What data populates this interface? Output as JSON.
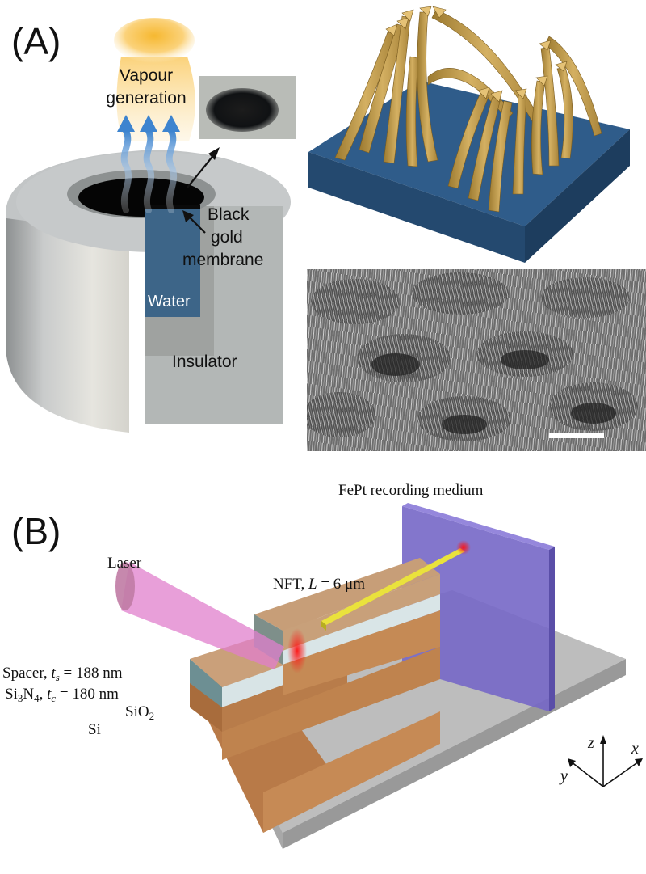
{
  "figure": {
    "panels": [
      {
        "id": "A",
        "label": "(A)",
        "schematic": {
          "labels": {
            "vapour": "Vapour",
            "generation": "generation",
            "black": "Black",
            "gold": "gold",
            "membrane": "membrane",
            "water": "Water",
            "insulator": "Insulator"
          },
          "inset_photo": "black gold membrane photo"
        },
        "render_3d": "gold nanowire bundles on substrate",
        "sem_image": "SEM image of black gold nanowire bundles",
        "scale_bar": true
      },
      {
        "id": "B",
        "label": "(B)",
        "labels": {
          "medium": "FePt recording medium",
          "laser": "Laser",
          "nft_prefix": "NFT, ",
          "nft_var": "L",
          "nft_value": " = 6 μm",
          "spacer_prefix": "Spacer, ",
          "spacer_var": "t",
          "spacer_sub": "s",
          "spacer_value": " = 188 nm",
          "sin_si": "Si",
          "sin_3": "3",
          "sin_n": "N",
          "sin_4": "4",
          "sin_sep": ", ",
          "sin_var": "t",
          "sin_sub": "c",
          "sin_value": " = 180 nm",
          "sio2_main": "SiO",
          "sio2_sub": "2",
          "si": "Si"
        },
        "axes": {
          "z": "z",
          "x": "x",
          "y": "y"
        }
      }
    ],
    "colors": {
      "insulator": "#b9bcbc",
      "water": "#3d6588",
      "substrate_blue": "#2d5a86",
      "gold": "#c9a24a",
      "medium_purple": "#7a6cc8",
      "layer_brown": "#c08a58",
      "layer_light": "#d9e4e6",
      "si_gray": "#b4b4b4",
      "laser_pink": "#e080cc",
      "nft_yellow": "#e8e040",
      "hotspot_red": "#ff2020"
    }
  }
}
